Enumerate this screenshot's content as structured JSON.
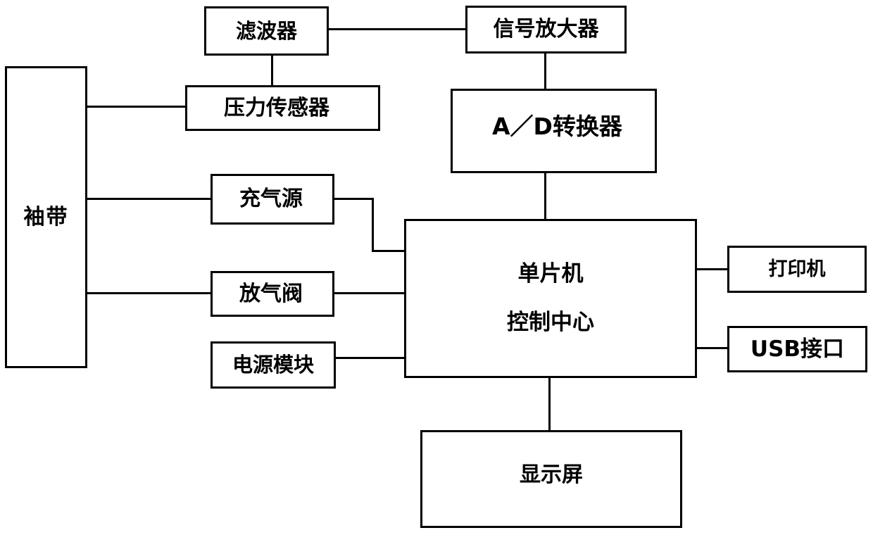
{
  "diagram": {
    "type": "block-diagram",
    "description": "电子血压计系统框图 (electronic blood pressure monitor block diagram)",
    "background_color": "#ffffff",
    "line_color": "#000000",
    "nodes": {
      "cuff": {
        "label": "袖带"
      },
      "filter": {
        "label": "滤波器"
      },
      "pressure_sensor": {
        "label": "压力传感器"
      },
      "signal_amplifier": {
        "label": "信号放大器"
      },
      "ad_converter": {
        "label": "A／D转换器"
      },
      "inflation_source": {
        "label": "充气源"
      },
      "deflation_valve": {
        "label": "放气阀"
      },
      "power_module": {
        "label": "电源模块"
      },
      "mcu": {
        "label": "单片机\n控制中心"
      },
      "printer": {
        "label": "打印机"
      },
      "usb_port": {
        "label": "USB接口"
      },
      "display": {
        "label": "显示屏"
      }
    },
    "edges": [
      {
        "from": "袖带",
        "to": "压力传感器"
      },
      {
        "from": "袖带",
        "to": "充气源"
      },
      {
        "from": "袖带",
        "to": "放气阀"
      },
      {
        "from": "压力传感器",
        "to": "滤波器"
      },
      {
        "from": "滤波器",
        "to": "信号放大器"
      },
      {
        "from": "信号放大器",
        "to": "A／D转换器"
      },
      {
        "from": "A／D转换器",
        "to": "单片机控制中心"
      },
      {
        "from": "充气源",
        "to": "单片机控制中心"
      },
      {
        "from": "放气阀",
        "to": "单片机控制中心"
      },
      {
        "from": "电源模块",
        "to": "单片机控制中心"
      },
      {
        "from": "单片机控制中心",
        "to": "打印机"
      },
      {
        "from": "单片机控制中心",
        "to": "USB接口"
      },
      {
        "from": "单片机控制中心",
        "to": "显示屏"
      }
    ]
  }
}
